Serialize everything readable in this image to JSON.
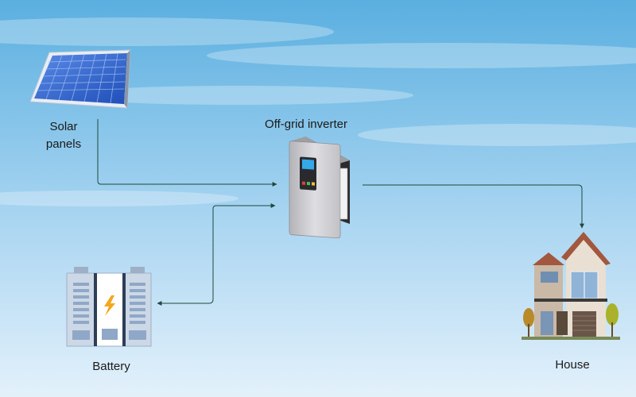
{
  "diagram": {
    "title": "",
    "nodes": {
      "solar": {
        "line1": "Solar",
        "line2": "panels",
        "icon": "solar-panel-icon"
      },
      "inverter": {
        "label": "Off-grid inverter",
        "icon": "inverter-icon"
      },
      "battery": {
        "label": "Battery",
        "icon": "battery-icon"
      },
      "house": {
        "label": "House",
        "icon": "house-icon"
      }
    },
    "edges": [
      {
        "from": "solar",
        "to": "inverter",
        "direction": "one-way"
      },
      {
        "from": "inverter",
        "to": "battery",
        "direction": "two-way"
      },
      {
        "from": "inverter",
        "to": "house",
        "direction": "one-way"
      }
    ],
    "colors": {
      "sky_top": "#5aafe0",
      "sky_bottom": "#e3f1fb",
      "connector": "#1c4a3c",
      "panel_blue": "#2f62c8",
      "inverter_body": "#c8c8cc",
      "battery_blue": "#8fa8c8",
      "bolt": "#f2a81d",
      "roof_brown": "#a2573f"
    }
  }
}
